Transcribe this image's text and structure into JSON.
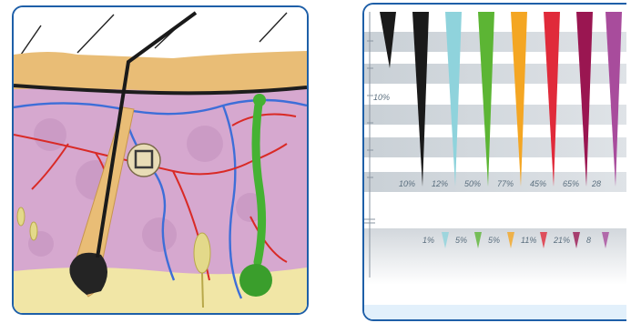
{
  "colors": {
    "frame": "#1e5fa8",
    "epidermis": "#e9bd76",
    "dermis": "#d6a8cf",
    "fat_layer": "#f1e6a6",
    "vein": "#3d6ed8",
    "artery": "#d92a26",
    "hair": "#1a1a1a",
    "sweat_gland": "#45b233"
  },
  "skin_panel": {
    "icons": [
      "hair-follicle-icon",
      "sebaceous-gland-icon",
      "sweat-gland-icon",
      "blood-vessel-icon",
      "nerve-ending-icon"
    ]
  },
  "hair_chart": {
    "wedge_colors": [
      "#1a1a1a",
      "#1a1a1a",
      "#8fd3dc",
      "#5cb534",
      "#f4a623",
      "#e02a3a",
      "#9a1651",
      "#a84c9c"
    ],
    "left_label": "10%",
    "upper_labels": [
      "10%",
      "12%",
      "50%",
      "77%",
      "45%",
      "65%",
      "28"
    ],
    "lower_labels": [
      "1%",
      "5%",
      "5%",
      "11%",
      "21%",
      "8"
    ]
  }
}
